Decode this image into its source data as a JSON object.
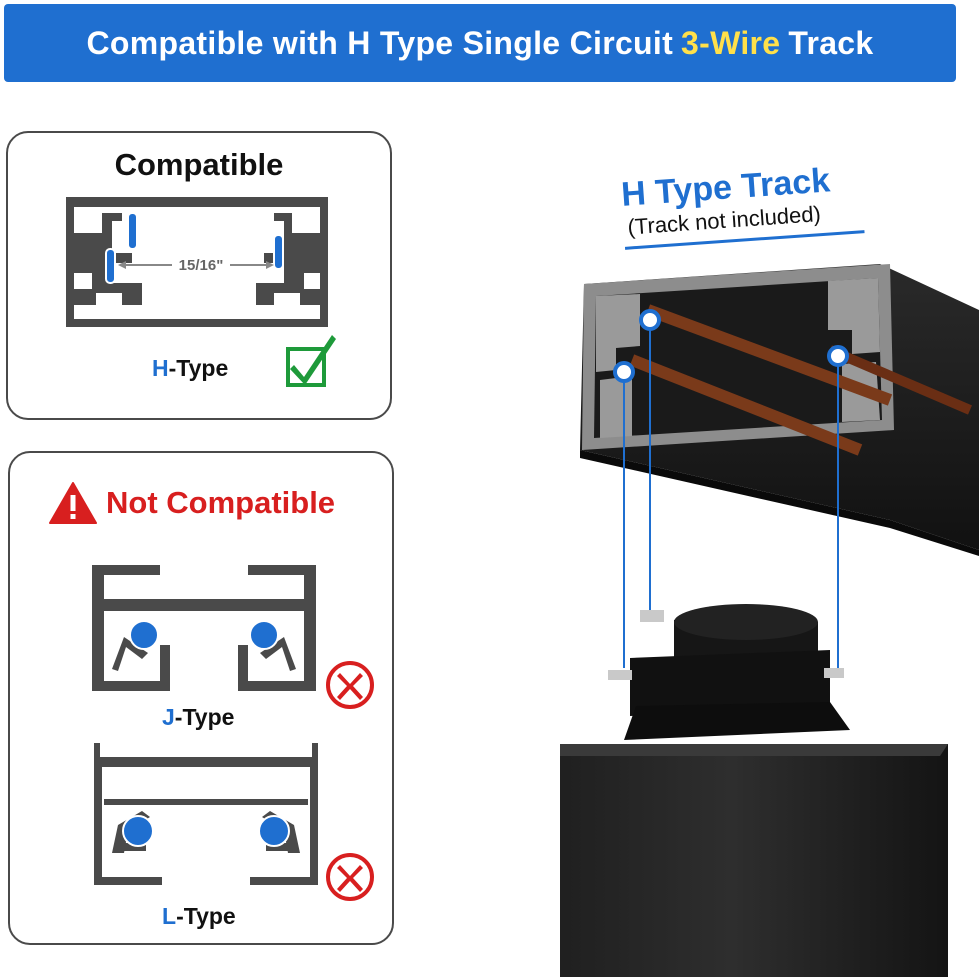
{
  "banner": {
    "prefix": "Compatible with H Type Single Circuit ",
    "highlight": "3-Wire",
    "suffix": " Track"
  },
  "compatible_panel": {
    "title": "Compatible",
    "dimension": "15/16\"",
    "type_letter": "H",
    "type_suffix": "-Type",
    "check_icon": "green-checkbox-icon"
  },
  "not_compatible_panel": {
    "title": "Not Compatible",
    "warning_icon": "warning-triangle-icon",
    "items": [
      {
        "type_letter": "J",
        "type_suffix": "-Type",
        "icon": "red-x-icon"
      },
      {
        "type_letter": "L",
        "type_suffix": "-Type",
        "icon": "red-x-icon"
      }
    ]
  },
  "product": {
    "track_title": "H Type Track",
    "track_note": "(Track not included)"
  },
  "colors": {
    "banner": "#1f6fd0",
    "highlight": "#ffe04a",
    "accent_blue": "#1f6fd0",
    "warning_red": "#d81f1f",
    "check_green": "#1e9a3a",
    "profile_gray": "#4a4a4a"
  }
}
